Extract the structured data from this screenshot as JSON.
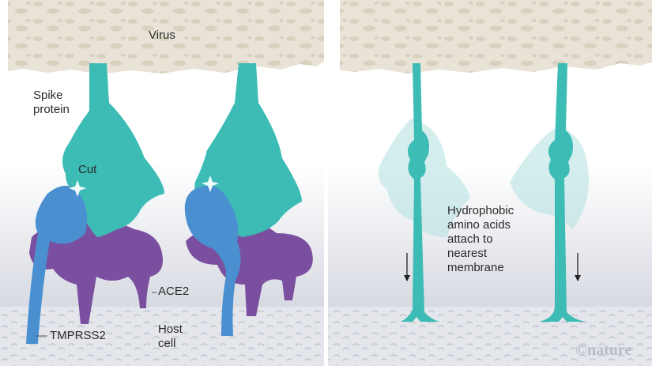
{
  "labels": {
    "virus": "Virus",
    "spike_protein": "Spike\nprotein",
    "cut": "Cut",
    "ace2": "ACE2",
    "tmprss2": "TMPRSS2",
    "host_cell": "Host\ncell",
    "hydrophobic": "Hydrophobic\namino acids\nattach to\nnearest\nmembrane"
  },
  "credit": "©nature",
  "colors": {
    "virus": "#e8e3d6",
    "spike": "#3dbcb6",
    "tmprss2": "#4a8fd0",
    "ace2": "#7b4f9f",
    "membrane": "#e4e6ec"
  }
}
